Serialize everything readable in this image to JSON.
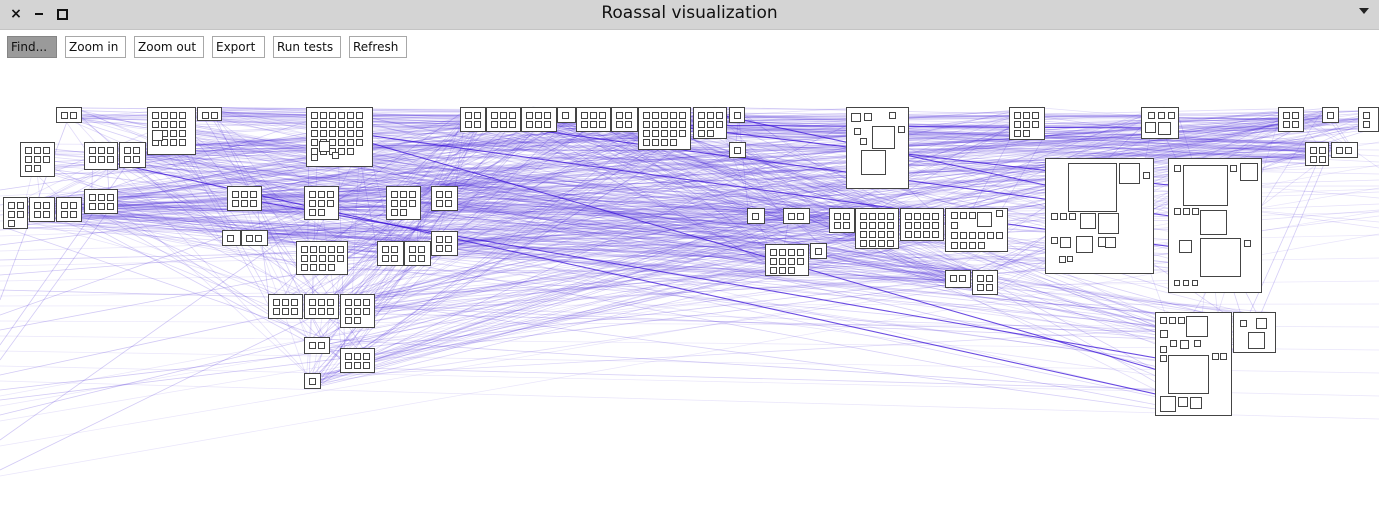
{
  "window": {
    "title": "Roassal visualization",
    "controls": {
      "close_icon": "close-icon",
      "minimize_icon": "minimize-icon",
      "maximize_icon": "maximize-icon",
      "menu_icon": "chevron-down-icon"
    }
  },
  "toolbar": {
    "find_label": "Find...",
    "zoom_in_label": "Zoom in",
    "zoom_out_label": "Zoom out",
    "export_label": "Export",
    "run_tests_label": "Run tests",
    "refresh_label": "Refresh"
  },
  "colors": {
    "edge": "#4b2bd9",
    "edge_strong": "#3a10d8",
    "node_border": "#444444",
    "node_fill": "#ffffff",
    "canvas_bg": "#ffffff"
  }
}
